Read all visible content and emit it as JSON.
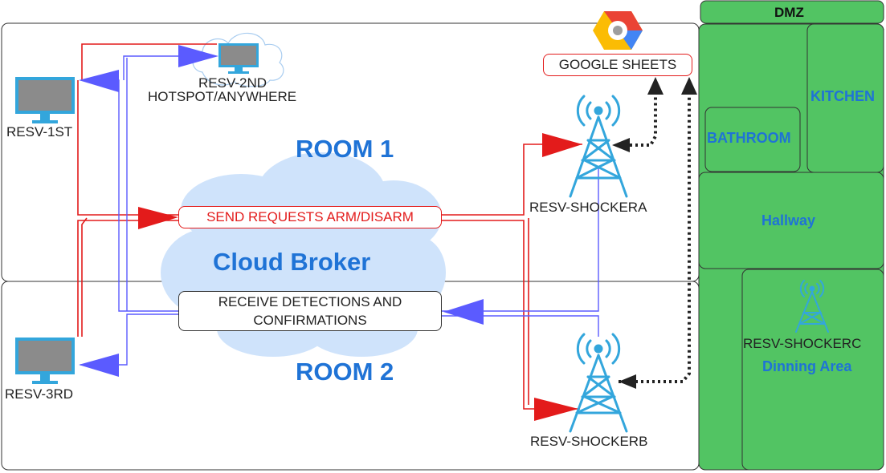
{
  "rooms": {
    "room1": "ROOM 1",
    "room2": "ROOM 2"
  },
  "cloud": {
    "label": "Cloud Broker"
  },
  "pills": {
    "send_requests": "SEND REQUESTS ARM/DISARM",
    "receive_detections_line1": "RECEIVE DETECTIONS AND",
    "receive_detections_line2": "CONFIRMATIONS",
    "google_sheets": "GOOGLE SHEETS"
  },
  "devices": {
    "resv_1st": "RESV-1ST",
    "resv_2nd": "RESV-2ND",
    "hotspot": "HOTSPOT/ANYWHERE",
    "resv_3rd": "RESV-3RD",
    "shocker_a": "RESV-SHOCKERA",
    "shocker_b": "RESV-SHOCKERB",
    "shocker_c": "RESV-SHOCKERC"
  },
  "floorplan": {
    "dmz": "DMZ",
    "kitchen": "KITCHEN",
    "bathroom": "BATHROOM",
    "hallway": "Hallway",
    "dining": "Dinning Area"
  },
  "colors": {
    "send_arrow": "#e31b1b",
    "receive_arrow": "#5b5bff",
    "cloud_fill": "#cfe3fb",
    "zone_fill": "#52c463",
    "tower": "#33a6dc",
    "title_blue": "#1f73d6"
  },
  "icons": [
    "monitor-icon",
    "cloud-icon",
    "google-cloud-logo",
    "radio-tower-icon"
  ]
}
